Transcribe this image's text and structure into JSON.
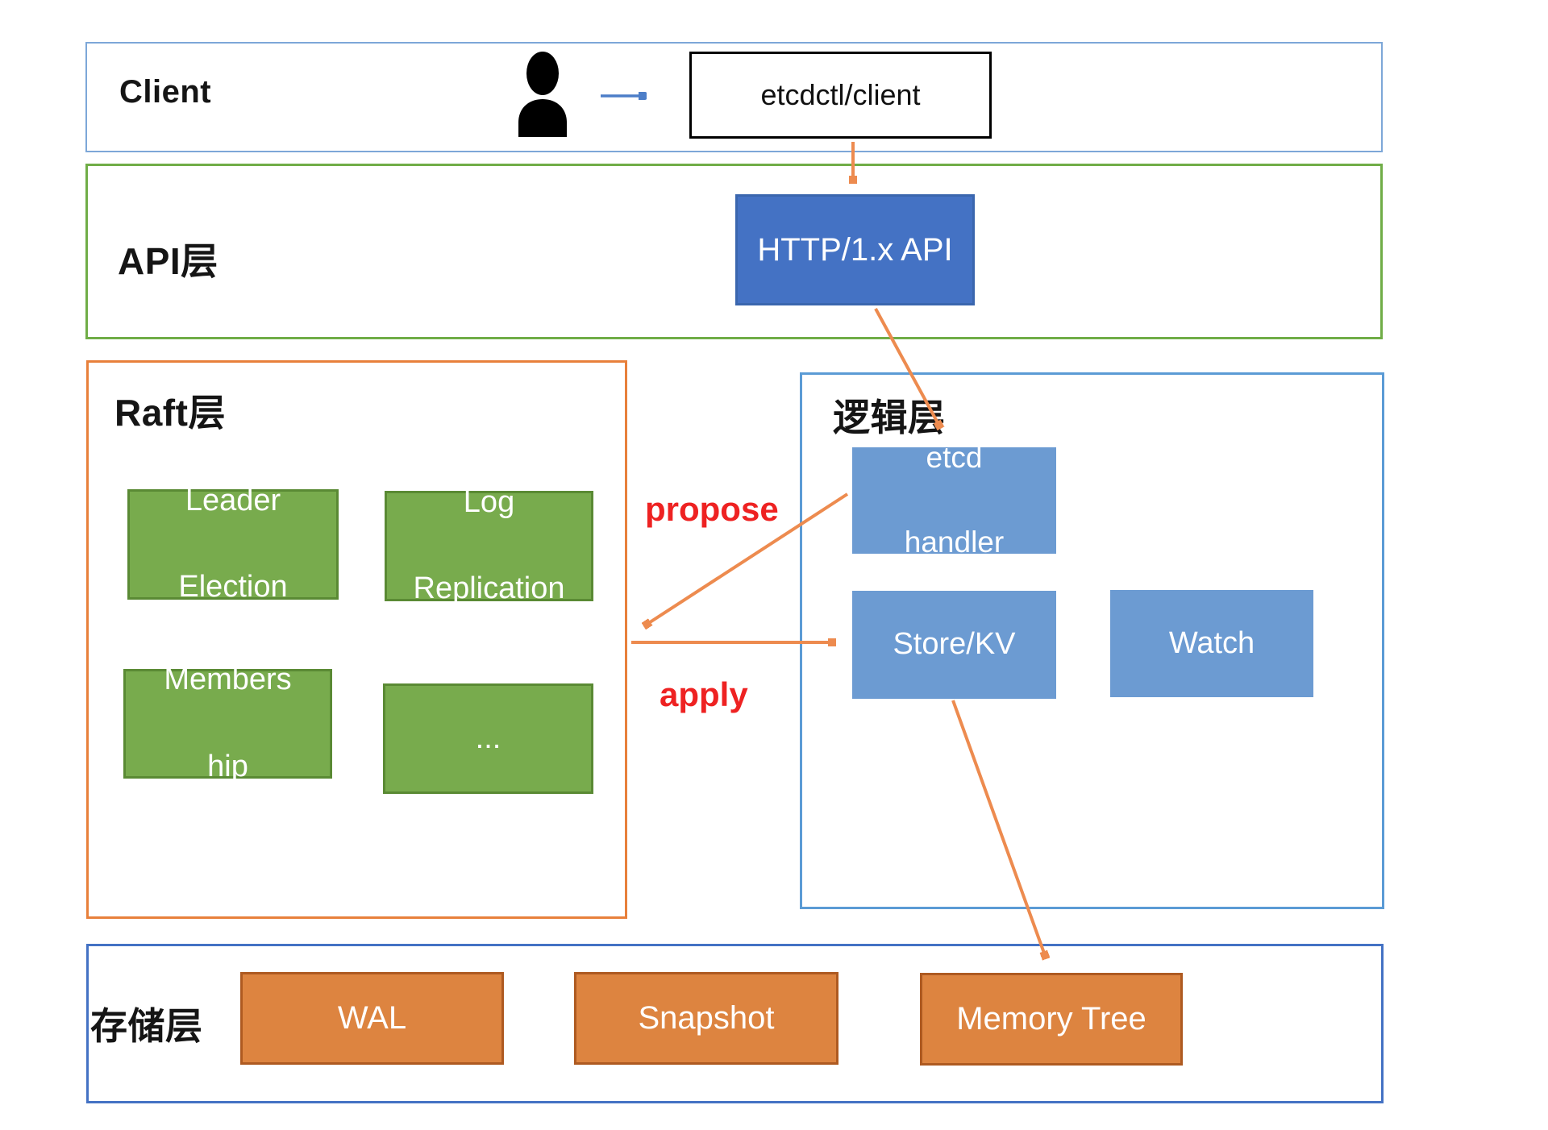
{
  "title": "etcd architecture diagram",
  "colors": {
    "client_layer_border": "#7da7d8",
    "api_layer_border": "#70ad47",
    "raft_layer_border": "#e8803b",
    "logic_layer_border": "#5b9bd5",
    "storage_layer_border": "#4472c4",
    "http_box_fill": "#4472c4",
    "blue_node_fill": "#6c9bd2",
    "green_node_fill": "#78ab4d",
    "green_node_border": "#5a8a34",
    "orange_node_fill": "#dd8440",
    "orange_node_border": "#ae5a21",
    "arrow_orange": "#ed8b4f",
    "arrow_blue": "#4d7ec8",
    "edge_label_red": "#ee2222"
  },
  "layers": {
    "client": {
      "label": "Client"
    },
    "api": {
      "label": "API层"
    },
    "raft": {
      "label": "Raft层"
    },
    "logic": {
      "label": "逻辑层"
    },
    "storage": {
      "label": "存储层"
    }
  },
  "nodes": {
    "etcdctl": {
      "label": "etcdctl/client"
    },
    "http_api": {
      "label": "HTTP/1.x API"
    },
    "etcd_handler": {
      "lines": [
        "etcd",
        "handler"
      ]
    },
    "store_kv": {
      "label": "Store/KV"
    },
    "watch": {
      "label": "Watch"
    },
    "leader_election": {
      "lines": [
        "Leader",
        "Election"
      ]
    },
    "log_replication": {
      "lines": [
        "Log",
        "Replication"
      ]
    },
    "membership": {
      "lines": [
        "Members",
        "hip"
      ]
    },
    "more": {
      "label": "..."
    },
    "wal": {
      "label": "WAL"
    },
    "snapshot": {
      "label": "Snapshot"
    },
    "memory_tree": {
      "label": "Memory Tree"
    }
  },
  "edge_labels": {
    "propose": "propose",
    "apply": "apply"
  },
  "icons": {
    "person": "person-silhouette"
  }
}
